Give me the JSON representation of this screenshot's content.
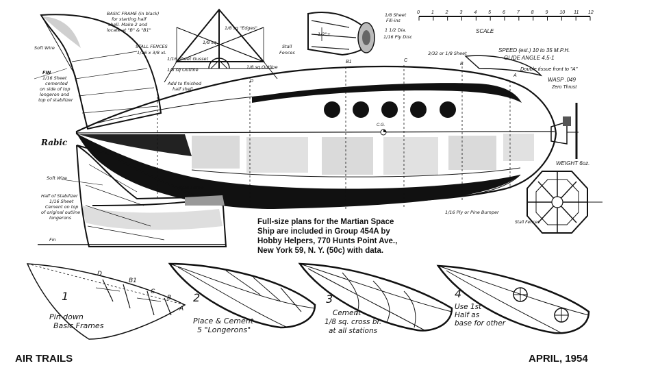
{
  "footer": {
    "left": "AIR TRAILS",
    "right": "APRIL, 1954"
  },
  "note": {
    "lines": [
      "Full-size plans for the Martian Space",
      "Ship are included in Group 454A by",
      "Hobby Helpers, 770 Hunts Point Ave.,",
      "New York 59, N. Y. (50c) with data."
    ]
  },
  "scale": {
    "label": "SCALE",
    "ticks": [
      "0",
      "1",
      "2",
      "3",
      "4",
      "5",
      "6",
      "7",
      "8",
      "9",
      "10",
      "11",
      "12"
    ]
  },
  "specs": {
    "speed": "SPEED (est.) 10 to 35 M.P.H.",
    "glide": "GLIDE ANGLE  4.5-1",
    "tissue": "Double tissue front to \"A\"",
    "engine": "WASP .049",
    "thrust": "Zero Thrust",
    "weight": "WEIGHT 6oz."
  },
  "frame_detail": {
    "basic_frame": [
      "BASIC FRAME (in black)",
      "for starting half",
      "shell. Make 2 and",
      "locate at \"B\" & \"B1\""
    ],
    "stall_fences": [
      "STALL FENCES",
      "1/16 x 3/8 xL"
    ],
    "sheet_gusset": "1/16 Sheet Gusset",
    "sq_outline": "1/8 sq Outline",
    "sq_edges": "1/8 sq \"Edges\"",
    "sq": "1/8 sq",
    "sq_outline_right": "1/8 sq Outline",
    "stall_fences_right": [
      "Stall",
      "Fences"
    ],
    "add_finished": [
      "Add to finished",
      "half shell"
    ]
  },
  "nose_detail": {
    "sheet_fillins": [
      "1/8 Sheet",
      "Fill-ins"
    ],
    "dia": "1 1/2 Dia.",
    "ply_disc": "1/16 Ply Disc",
    "dim": "1/2\"+"
  },
  "fuselage": {
    "stations": [
      "A",
      "B",
      "B1",
      "C",
      "D"
    ],
    "cg": "C.G.",
    "sheet_top": "3/32 or 1/8 Sheet",
    "bumper": "1/16 Ply or Pine Bumper",
    "logo": "Rabic"
  },
  "fin": {
    "soft_wire": "Soft Wire",
    "fin_note": [
      "FIN",
      "1/16 Sheet",
      "cemented",
      "on side of top",
      "longeron and",
      "top of stabilizer"
    ]
  },
  "stabilizer": {
    "soft_wire": "Soft Wire",
    "half_note": [
      "Half of Stabilizer",
      "1/16 Sheet",
      "Cement on top",
      "of original outline",
      "longerons"
    ],
    "stall_fence": "Stall Fence",
    "fin": "Fin"
  },
  "rear_view": {
    "stall_fences": "Stall Fences"
  },
  "steps": [
    {
      "num": "1",
      "text": [
        "Pin down",
        "Basic Frames"
      ],
      "labels": [
        "D",
        "B1",
        "C",
        "B",
        "A"
      ]
    },
    {
      "num": "2",
      "text": [
        "Place & Cement",
        "5 \"Longerons\""
      ]
    },
    {
      "num": "3",
      "text": [
        "Cement",
        "1/8 sq. cross br.",
        "at all stations"
      ]
    },
    {
      "num": "4",
      "text": [
        "Use 1st",
        "Half as",
        "base for other"
      ]
    }
  ]
}
